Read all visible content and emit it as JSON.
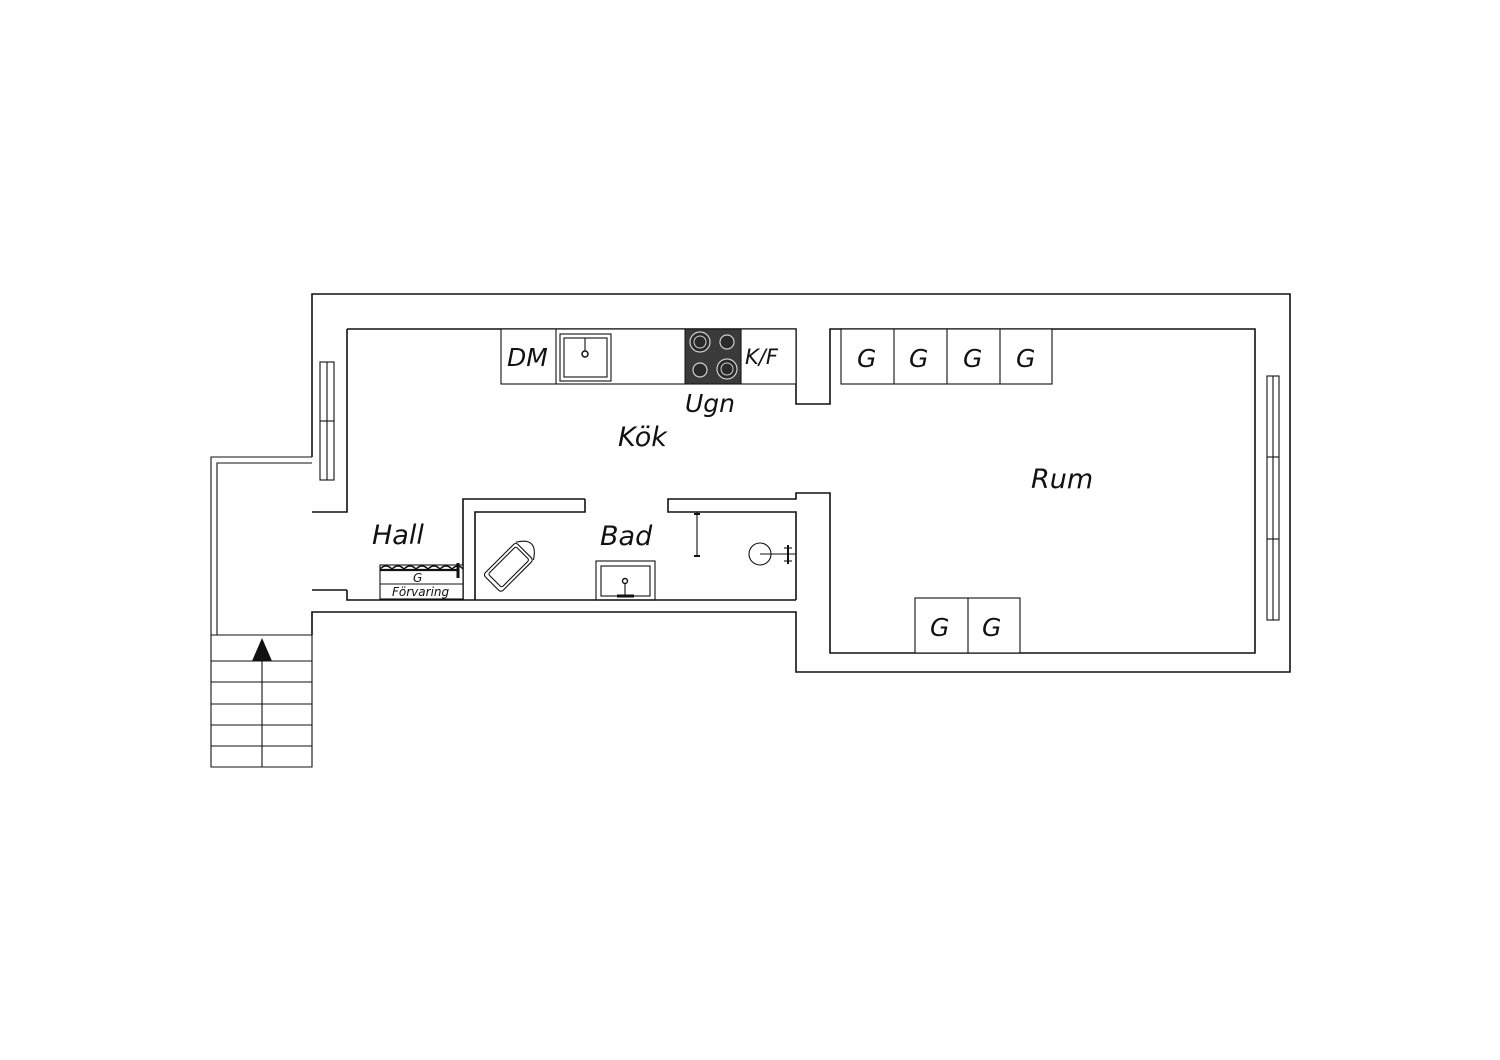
{
  "rooms": {
    "kok": "Kök",
    "hall": "Hall",
    "bad": "Bad",
    "rum": "Rum"
  },
  "fixtures": {
    "dishwasher": "DM",
    "fridge_freezer": "K/F",
    "oven": "Ugn",
    "wardrobe_top_1": "G",
    "wardrobe_top_2": "G",
    "wardrobe_top_3": "G",
    "wardrobe_top_4": "G",
    "wardrobe_bottom_1": "G",
    "wardrobe_bottom_2": "G",
    "hall_wardrobe": "G",
    "storage": "Förvaring"
  },
  "colors": {
    "line": "#111111",
    "stove": "#3a3a3a",
    "background": "#ffffff"
  }
}
